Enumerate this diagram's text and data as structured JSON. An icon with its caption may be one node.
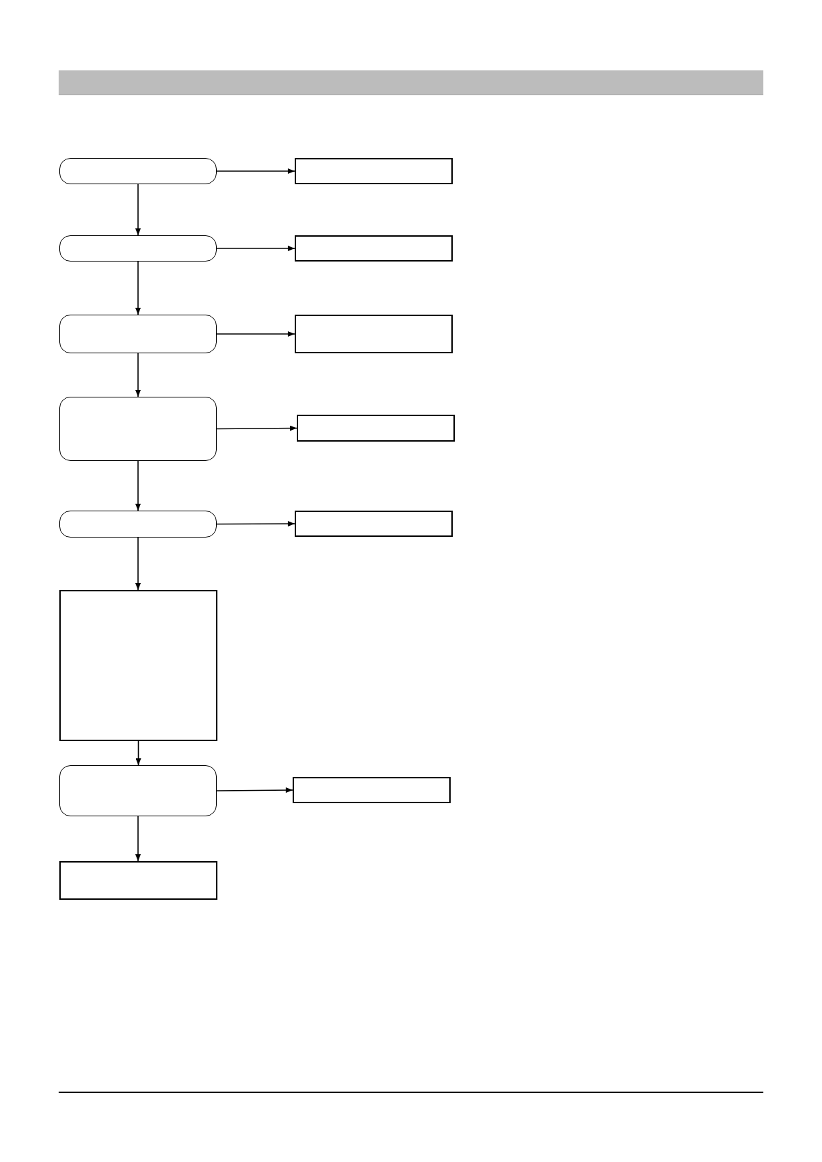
{
  "diagram": {
    "nodes": [
      {
        "text": [],
        "shape": "rounded"
      },
      {
        "text": [],
        "shape": "box"
      },
      {
        "text": [],
        "shape": "rounded"
      },
      {
        "text": [],
        "shape": "box"
      },
      {
        "text": [],
        "shape": "rounded"
      },
      {
        "text": [],
        "shape": "box"
      },
      {
        "text": [],
        "shape": "rounded"
      },
      {
        "text": [],
        "shape": "box"
      },
      {
        "text": [],
        "shape": "rounded"
      },
      {
        "text": [],
        "shape": "box"
      },
      {
        "text": [],
        "shape": "box"
      },
      {
        "text": [],
        "shape": "rounded"
      },
      {
        "text": [],
        "shape": "box"
      },
      {
        "text": [],
        "shape": "box"
      }
    ],
    "edges": [
      {
        "from": 0,
        "to": 1,
        "arrow": "to"
      },
      {
        "from": 0,
        "to": 2,
        "arrow": "to"
      },
      {
        "from": 2,
        "to": 3,
        "arrow": "to"
      },
      {
        "from": 2,
        "to": 4,
        "arrow": "to"
      },
      {
        "from": 4,
        "to": 5,
        "arrow": "to"
      },
      {
        "from": 4,
        "to": 6,
        "arrow": "to"
      },
      {
        "from": 6,
        "to": 7,
        "arrow": "to"
      },
      {
        "from": 6,
        "to": 8,
        "arrow": "to"
      },
      {
        "from": 8,
        "to": 9,
        "arrow": "to"
      },
      {
        "from": 8,
        "to": 10,
        "arrow": "to"
      },
      {
        "from": 10,
        "to": 11,
        "arrow": "to"
      },
      {
        "from": 11,
        "to": 12,
        "arrow": "to"
      },
      {
        "from": 11,
        "to": 13,
        "arrow": "to"
      }
    ]
  }
}
